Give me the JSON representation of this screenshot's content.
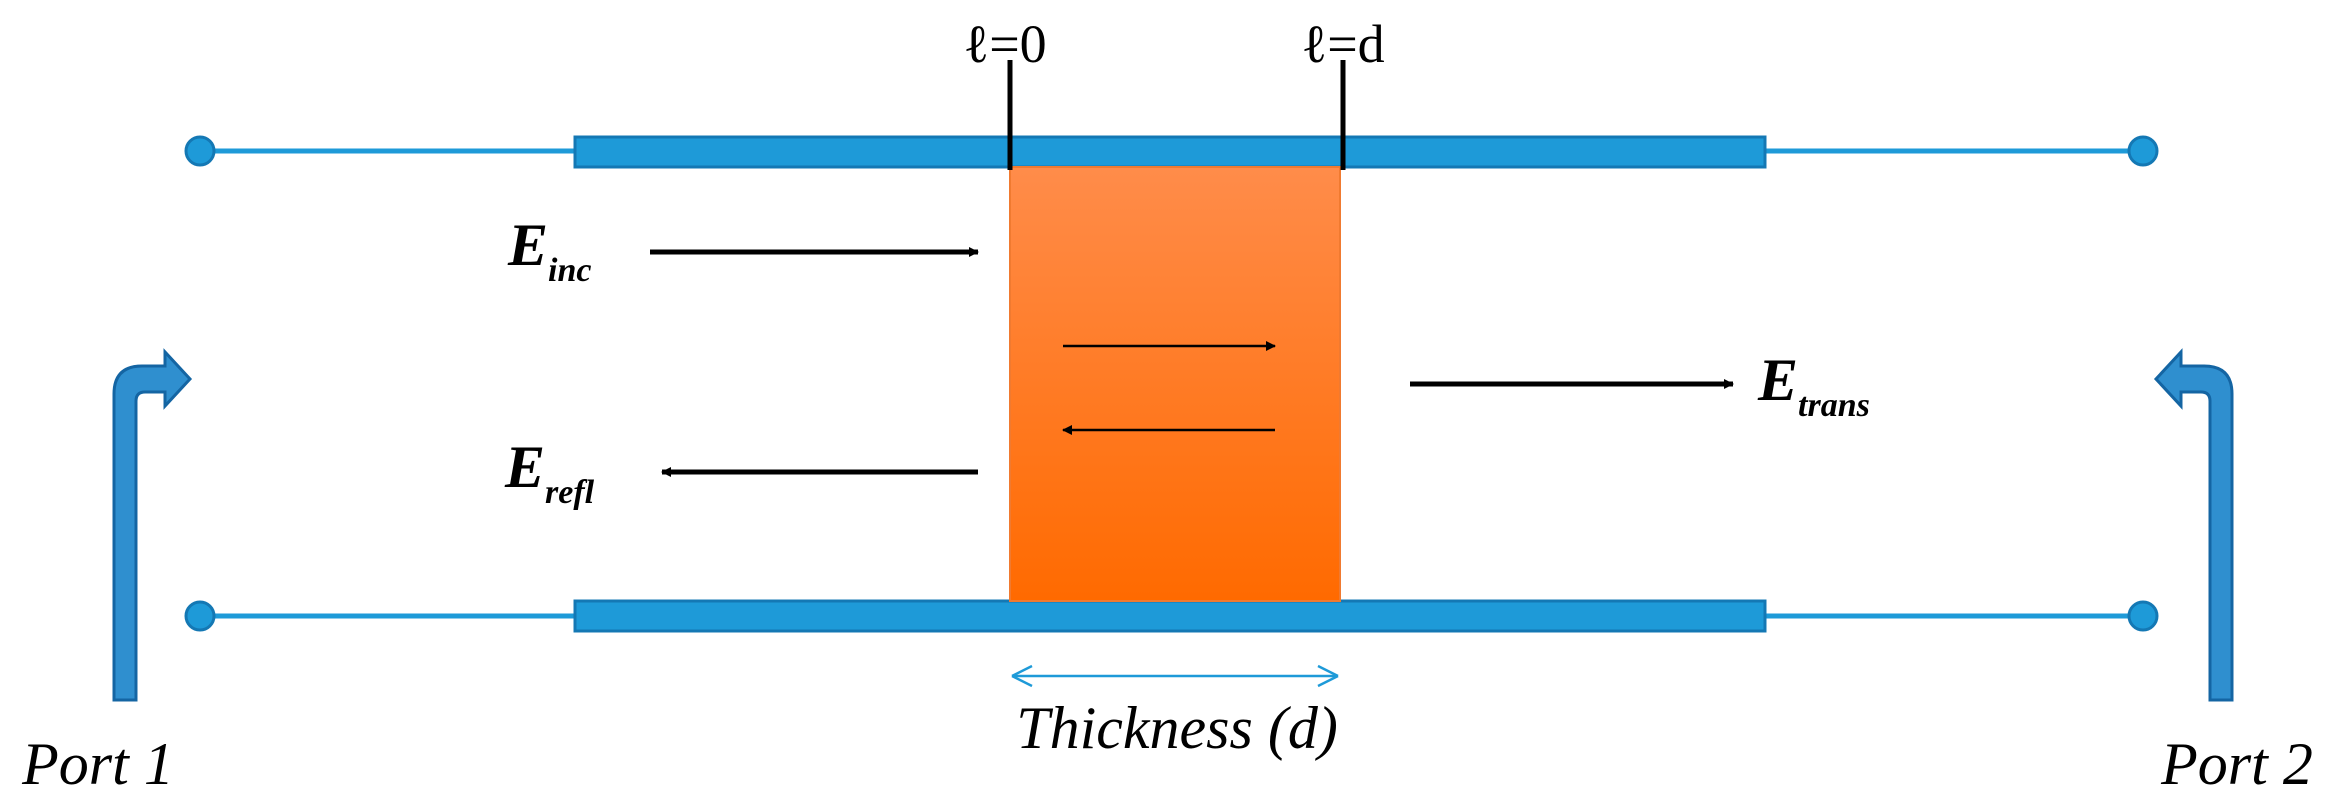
{
  "labels": {
    "pos_start": "ℓ=0",
    "pos_end": "ℓ=d",
    "e_inc_main": "E",
    "e_inc_sub": "inc",
    "e_refl_main": "E",
    "e_refl_sub": "refl",
    "e_trans_main": "E",
    "e_trans_sub": "trans",
    "thickness": "Thickness (d)",
    "port1": "Port 1",
    "port2": "Port 2"
  },
  "colors": {
    "line_blue": "#1e9ad8",
    "line_edge": "#1478b4",
    "sample_top": "#ff8c4a",
    "sample_bottom": "#ff6a00",
    "port_arrow": "#2f8fcf",
    "port_arrow_edge": "#1465a3",
    "text": "#000000"
  },
  "icons": {
    "incident_arrow": "right-arrow-icon",
    "reflected_arrow": "left-arrow-icon",
    "transmitted_arrow": "right-arrow-icon",
    "port1_arrow": "bent-up-right-arrow-icon",
    "port2_arrow": "bent-up-left-arrow-icon",
    "terminal": "circle-terminal-icon"
  }
}
